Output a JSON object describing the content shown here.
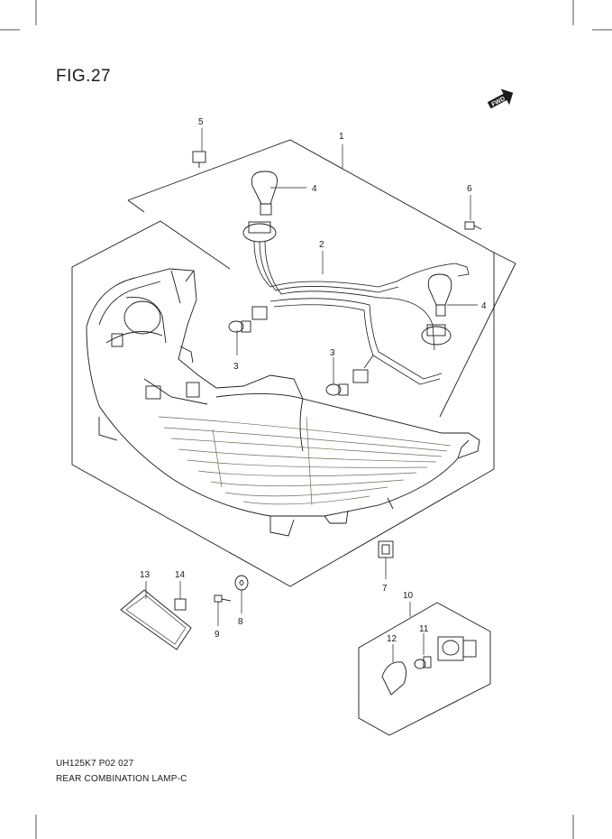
{
  "figure": {
    "title": "FIG.27",
    "code": "UH125K7 P02 027",
    "name": "REAR COMBINATION LAMP-C",
    "fwd_label": "FWD"
  },
  "callouts": {
    "c1": "1",
    "c2": "2",
    "c3a": "3",
    "c3b": "3",
    "c4a": "4",
    "c4b": "4",
    "c5": "5",
    "c6": "6",
    "c7": "7",
    "c8": "8",
    "c9": "9",
    "c10": "10",
    "c11": "11",
    "c12": "12",
    "c13": "13",
    "c14": "14"
  },
  "colors": {
    "ink": "#1a1a1a",
    "lens": "#6e6a55"
  }
}
